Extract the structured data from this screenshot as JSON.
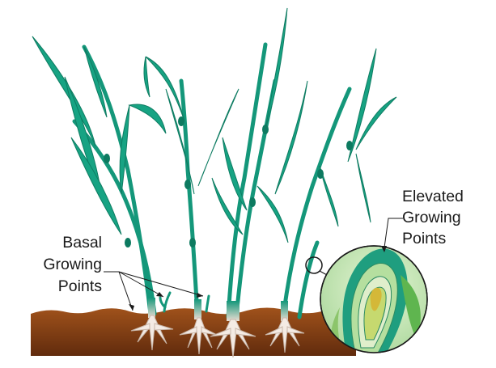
{
  "labels": {
    "basal": [
      "Basal",
      "Growing",
      "Points"
    ],
    "elevated": [
      "Elevated",
      "Growing",
      "Points"
    ]
  },
  "colors": {
    "stem": "#14977a",
    "leaf": "#17a383",
    "node": "#0d7a60",
    "soil_top": "#a0521b",
    "soil_bottom": "#612b0d",
    "root": "#f4ebe4",
    "root_stroke": "#c9b7aa",
    "callout_line": "#1a1a1a",
    "inset_outer": "#c7e7b9",
    "inset_leaf": "#1f9e7f",
    "inset_core": "#d4b838"
  }
}
